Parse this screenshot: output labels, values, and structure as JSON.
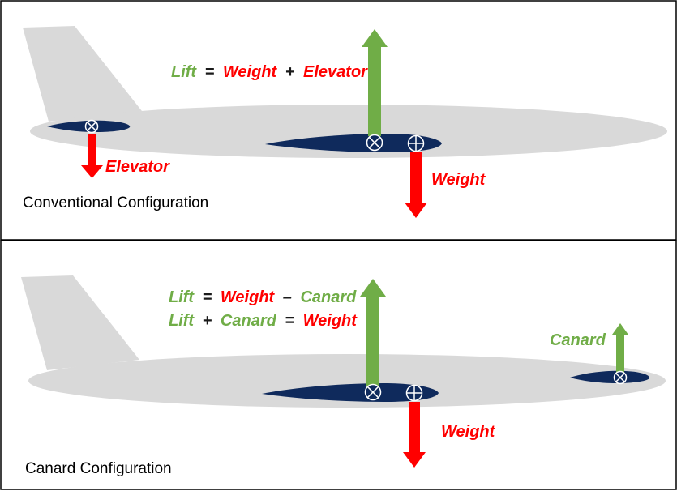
{
  "colors": {
    "fuselage": "#d9d9d9",
    "wing": "#0f2a5c",
    "lift_arrow": "#70ad47",
    "down_arrow": "#ff0000",
    "green_text": "#70ad47",
    "red_text": "#ff0000",
    "border": "#000000"
  },
  "top_panel": {
    "caption": "Conventional Configuration",
    "equation": {
      "lift": "Lift",
      "eq": "=",
      "weight": "Weight",
      "plus": "+",
      "elevator": "Elevator"
    },
    "elevator_label": "Elevator",
    "weight_label": "Weight"
  },
  "bottom_panel": {
    "caption": "Canard Configuration",
    "equation1": {
      "lift": "Lift",
      "eq": "=",
      "weight": "Weight",
      "minus": "–",
      "canard": "Canard"
    },
    "equation2": {
      "lift": "Lift",
      "plus": "+",
      "canard": "Canard",
      "eq": "=",
      "weight": "Weight"
    },
    "canard_label": "Canard",
    "weight_label": "Weight"
  },
  "icons": {
    "center_of_pressure": "circle-x-icon",
    "center_of_gravity": "circle-plus-icon"
  }
}
